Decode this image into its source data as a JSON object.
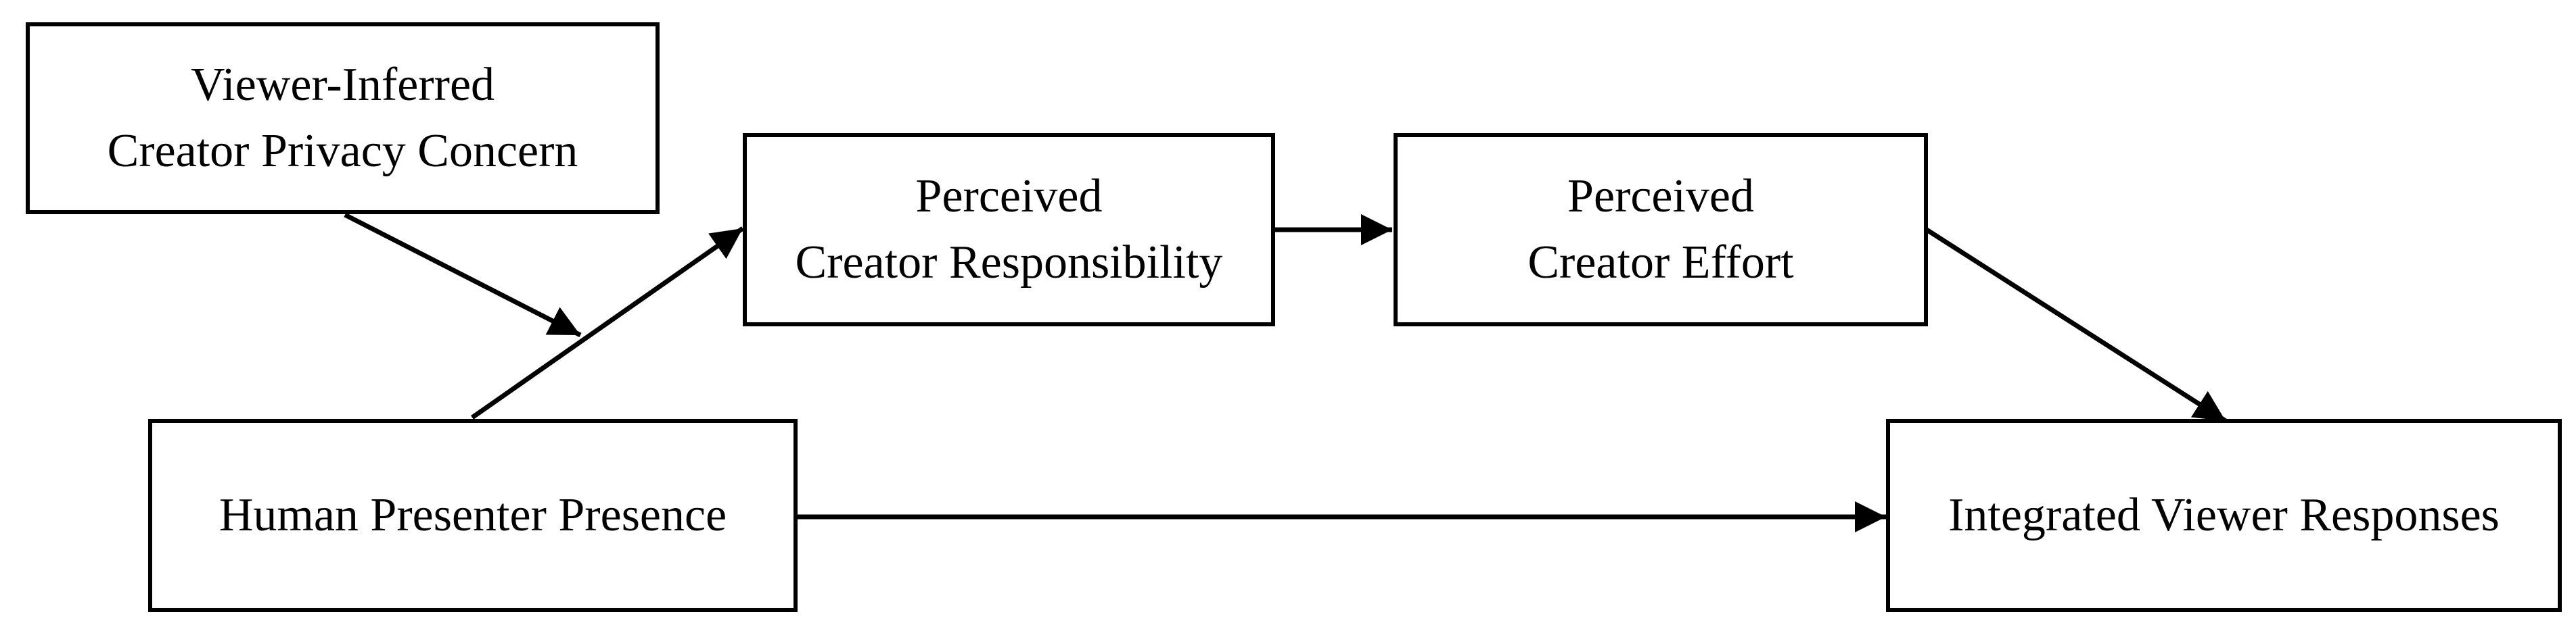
{
  "nodes": {
    "privacy": {
      "line1": "Viewer-Inferred",
      "line2": "Creator Privacy Concern"
    },
    "responsibility": {
      "line1": "Perceived",
      "line2": "Creator Responsibility"
    },
    "effort": {
      "line1": "Perceived",
      "line2": "Creator Effort"
    },
    "presence": {
      "label": "Human Presenter Presence"
    },
    "responses": {
      "label": "Integrated Viewer Responses"
    }
  },
  "edges": [
    {
      "from": "Human Presenter Presence",
      "to": "Perceived Creator Responsibility"
    },
    {
      "from": "Perceived Creator Responsibility",
      "to": "Perceived Creator Effort"
    },
    {
      "from": "Perceived Creator Effort",
      "to": "Integrated Viewer Responses"
    },
    {
      "from": "Human Presenter Presence",
      "to": "Integrated Viewer Responses"
    },
    {
      "from": "Viewer-Inferred Creator Privacy Concern",
      "to": "Human Presenter Presence → Perceived Creator Responsibility path (moderation)"
    }
  ],
  "colors": {
    "stroke": "#000000",
    "background": "#ffffff"
  }
}
